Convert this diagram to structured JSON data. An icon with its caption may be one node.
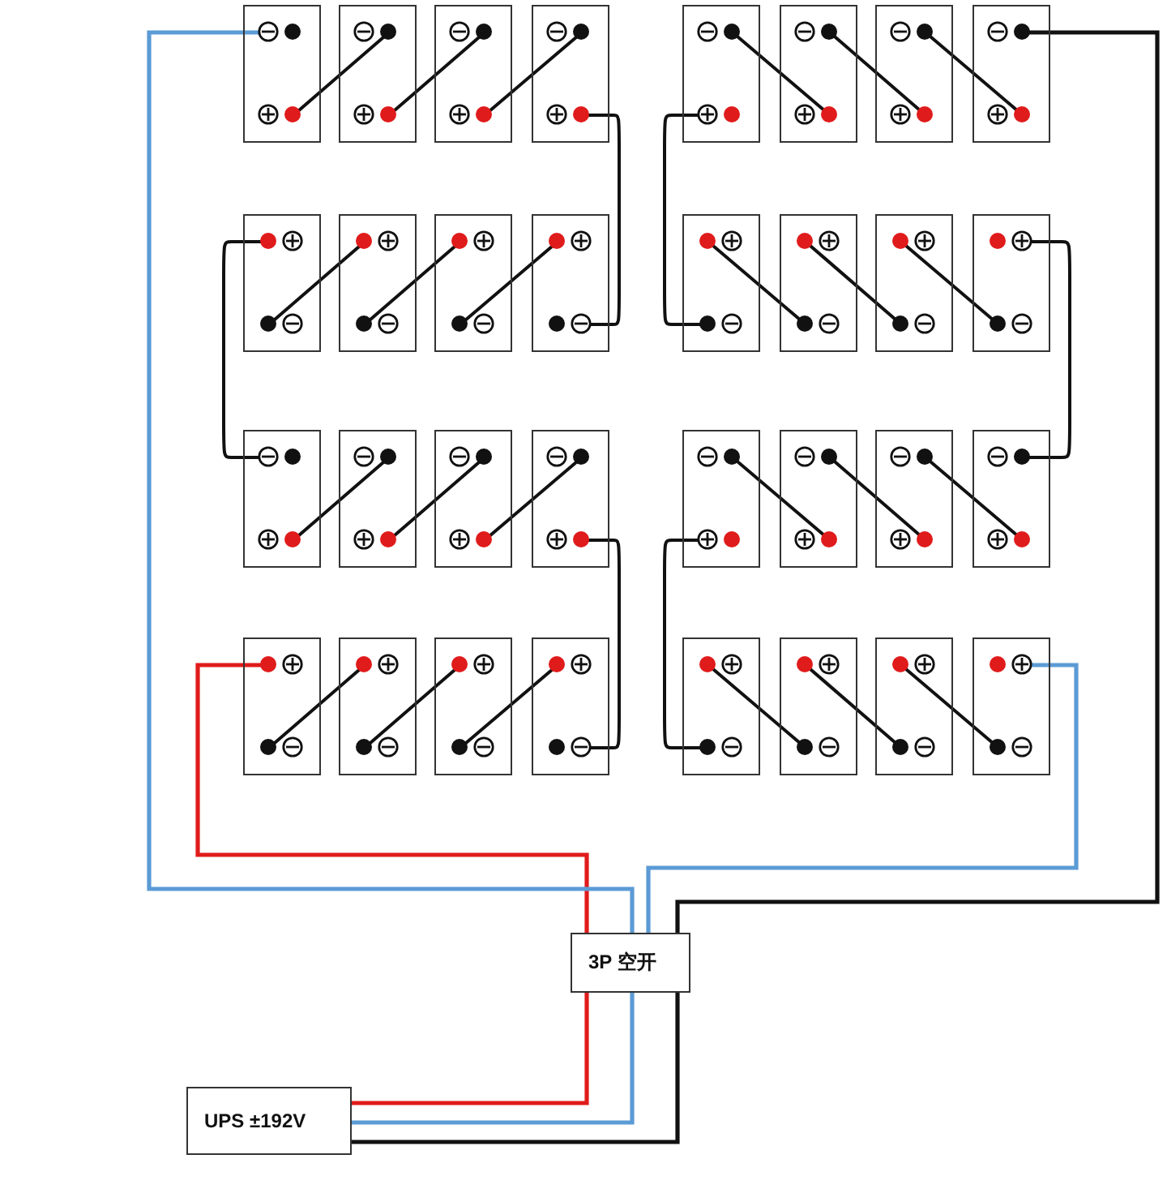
{
  "diagram": {
    "nodes": [
      {
        "text": [],
        "shape": "box"
      },
      {
        "text": [],
        "shape": "box"
      },
      {
        "text": [],
        "shape": "box"
      },
      {
        "text": [],
        "shape": "box"
      },
      {
        "text": [],
        "shape": "box"
      },
      {
        "text": [],
        "shape": "box"
      },
      {
        "text": [],
        "shape": "box"
      },
      {
        "text": [],
        "shape": "box"
      },
      {
        "text": [],
        "shape": "box"
      },
      {
        "text": [],
        "shape": "box"
      },
      {
        "text": [],
        "shape": "box"
      },
      {
        "text": [],
        "shape": "box"
      },
      {
        "text": [],
        "shape": "box"
      },
      {
        "text": [],
        "shape": "box"
      },
      {
        "text": [],
        "shape": "box"
      },
      {
        "text": [],
        "shape": "box"
      },
      {
        "text": [],
        "shape": "box"
      },
      {
        "text": [],
        "shape": "box"
      },
      {
        "text": [],
        "shape": "box"
      },
      {
        "text": [],
        "shape": "box"
      },
      {
        "text": [],
        "shape": "box"
      },
      {
        "text": [],
        "shape": "box"
      },
      {
        "text": [],
        "shape": "box"
      },
      {
        "text": [],
        "shape": "box"
      },
      {
        "text": [],
        "shape": "box"
      },
      {
        "text": [],
        "shape": "box"
      },
      {
        "text": [],
        "shape": "box"
      },
      {
        "text": [],
        "shape": "box"
      },
      {
        "text": [],
        "shape": "box"
      },
      {
        "text": [],
        "shape": "box"
      },
      {
        "text": [],
        "shape": "box"
      },
      {
        "text": [],
        "shape": "box"
      },
      {
        "text": [
          "3P 空开"
        ]
      },
      {
        "text": [
          "UPS ±192V"
        ]
      }
    ],
    "edges": [
      {
        "from": 1,
        "to": 0,
        "arrow": "none"
      },
      {
        "from": 2,
        "to": 1,
        "arrow": "none"
      },
      {
        "from": 3,
        "to": 2,
        "arrow": "none"
      },
      {
        "from": 3,
        "to": 11,
        "arrow": "none"
      },
      {
        "from": 4,
        "to": 5,
        "arrow": "none"
      },
      {
        "from": 5,
        "to": 6,
        "arrow": "none"
      },
      {
        "from": 6,
        "to": 7,
        "arrow": "none"
      },
      {
        "from": 4,
        "to": 12,
        "arrow": "none"
      },
      {
        "from": 9,
        "to": 8,
        "arrow": "none"
      },
      {
        "from": 10,
        "to": 9,
        "arrow": "none"
      },
      {
        "from": 11,
        "to": 10,
        "arrow": "none"
      },
      {
        "from": 8,
        "to": 16,
        "arrow": "none"
      },
      {
        "from": 12,
        "to": 13,
        "arrow": "none"
      },
      {
        "from": 13,
        "to": 14,
        "arrow": "none"
      },
      {
        "from": 14,
        "to": 15,
        "arrow": "none"
      },
      {
        "from": 15,
        "to": 23,
        "arrow": "none"
      },
      {
        "from": 17,
        "to": 16,
        "arrow": "none"
      },
      {
        "from": 18,
        "to": 17,
        "arrow": "none"
      },
      {
        "from": 19,
        "to": 18,
        "arrow": "none"
      },
      {
        "from": 19,
        "to": 27,
        "arrow": "none"
      },
      {
        "from": 20,
        "to": 21,
        "arrow": "none"
      },
      {
        "from": 21,
        "to": 22,
        "arrow": "none"
      },
      {
        "from": 22,
        "to": 23,
        "arrow": "none"
      },
      {
        "from": 20,
        "to": 28,
        "arrow": "none"
      },
      {
        "from": 25,
        "to": 24,
        "arrow": "none"
      },
      {
        "from": 26,
        "to": 25,
        "arrow": "none"
      },
      {
        "from": 27,
        "to": 26,
        "arrow": "none"
      },
      {
        "from": 28,
        "to": 29,
        "arrow": "none"
      },
      {
        "from": 29,
        "to": 30,
        "arrow": "none"
      },
      {
        "from": 30,
        "to": 31,
        "arrow": "none"
      },
      {
        "from": 24,
        "to": 32,
        "arrow": "none",
        "color": "#e01b1b"
      },
      {
        "from": 0,
        "to": 32,
        "arrow": "none",
        "color": "#5b9bd5"
      },
      {
        "from": 31,
        "to": 32,
        "arrow": "none",
        "color": "#5b9bd5"
      },
      {
        "from": 7,
        "to": 32,
        "arrow": "none"
      },
      {
        "from": 32,
        "to": 33,
        "arrow": "none",
        "color": "#e01b1b"
      },
      {
        "from": 32,
        "to": 33,
        "arrow": "none",
        "color": "#5b9bd5"
      },
      {
        "from": 32,
        "to": 33,
        "arrow": "none"
      }
    ]
  }
}
